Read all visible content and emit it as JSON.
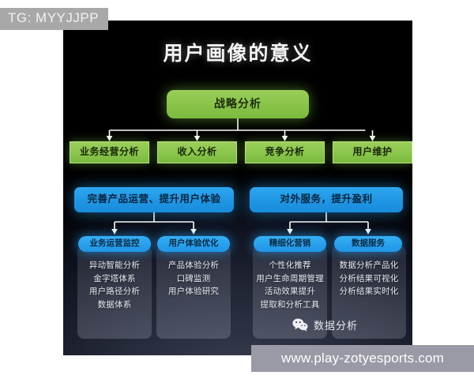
{
  "watermarks": {
    "telegram": "TG: MYYJJPP",
    "url": "www.play-zotyesports.com"
  },
  "diagram": {
    "title": "用户画像的意义",
    "root": {
      "label": "战略分析"
    },
    "level1": [
      {
        "label": "业务经营分析"
      },
      {
        "label": "收入分析"
      },
      {
        "label": "竞争分析"
      },
      {
        "label": "用户维护"
      }
    ],
    "level2": [
      {
        "label": "完善产品运营、提升用户体验"
      },
      {
        "label": "对外服务，提升盈利"
      }
    ],
    "level3": [
      {
        "label": "业务运营监控",
        "items": [
          "异动智能分析",
          "金字塔体系",
          "用户路径分析",
          "数据体系"
        ]
      },
      {
        "label": "用户体验优化",
        "items": [
          "产品体验分析",
          "口碑监测",
          "用户体验研究"
        ]
      },
      {
        "label": "精细化营销",
        "items": [
          "个性化推荐",
          "用户生命周期管理",
          "活动效果提升",
          "提取和分析工具"
        ]
      },
      {
        "label": "数据服务",
        "items": [
          "数据分析产品化",
          "分析结果可视化",
          "分析结果实时化"
        ]
      }
    ]
  },
  "brand": {
    "icon": "wechat-icon",
    "name": "数据分析"
  },
  "colors": {
    "green": "#88c349",
    "blue": "#1f96e4",
    "panel_background": "#000000",
    "watermark_gray": "#9a9aa6",
    "text_light": "#e9eaf2"
  }
}
